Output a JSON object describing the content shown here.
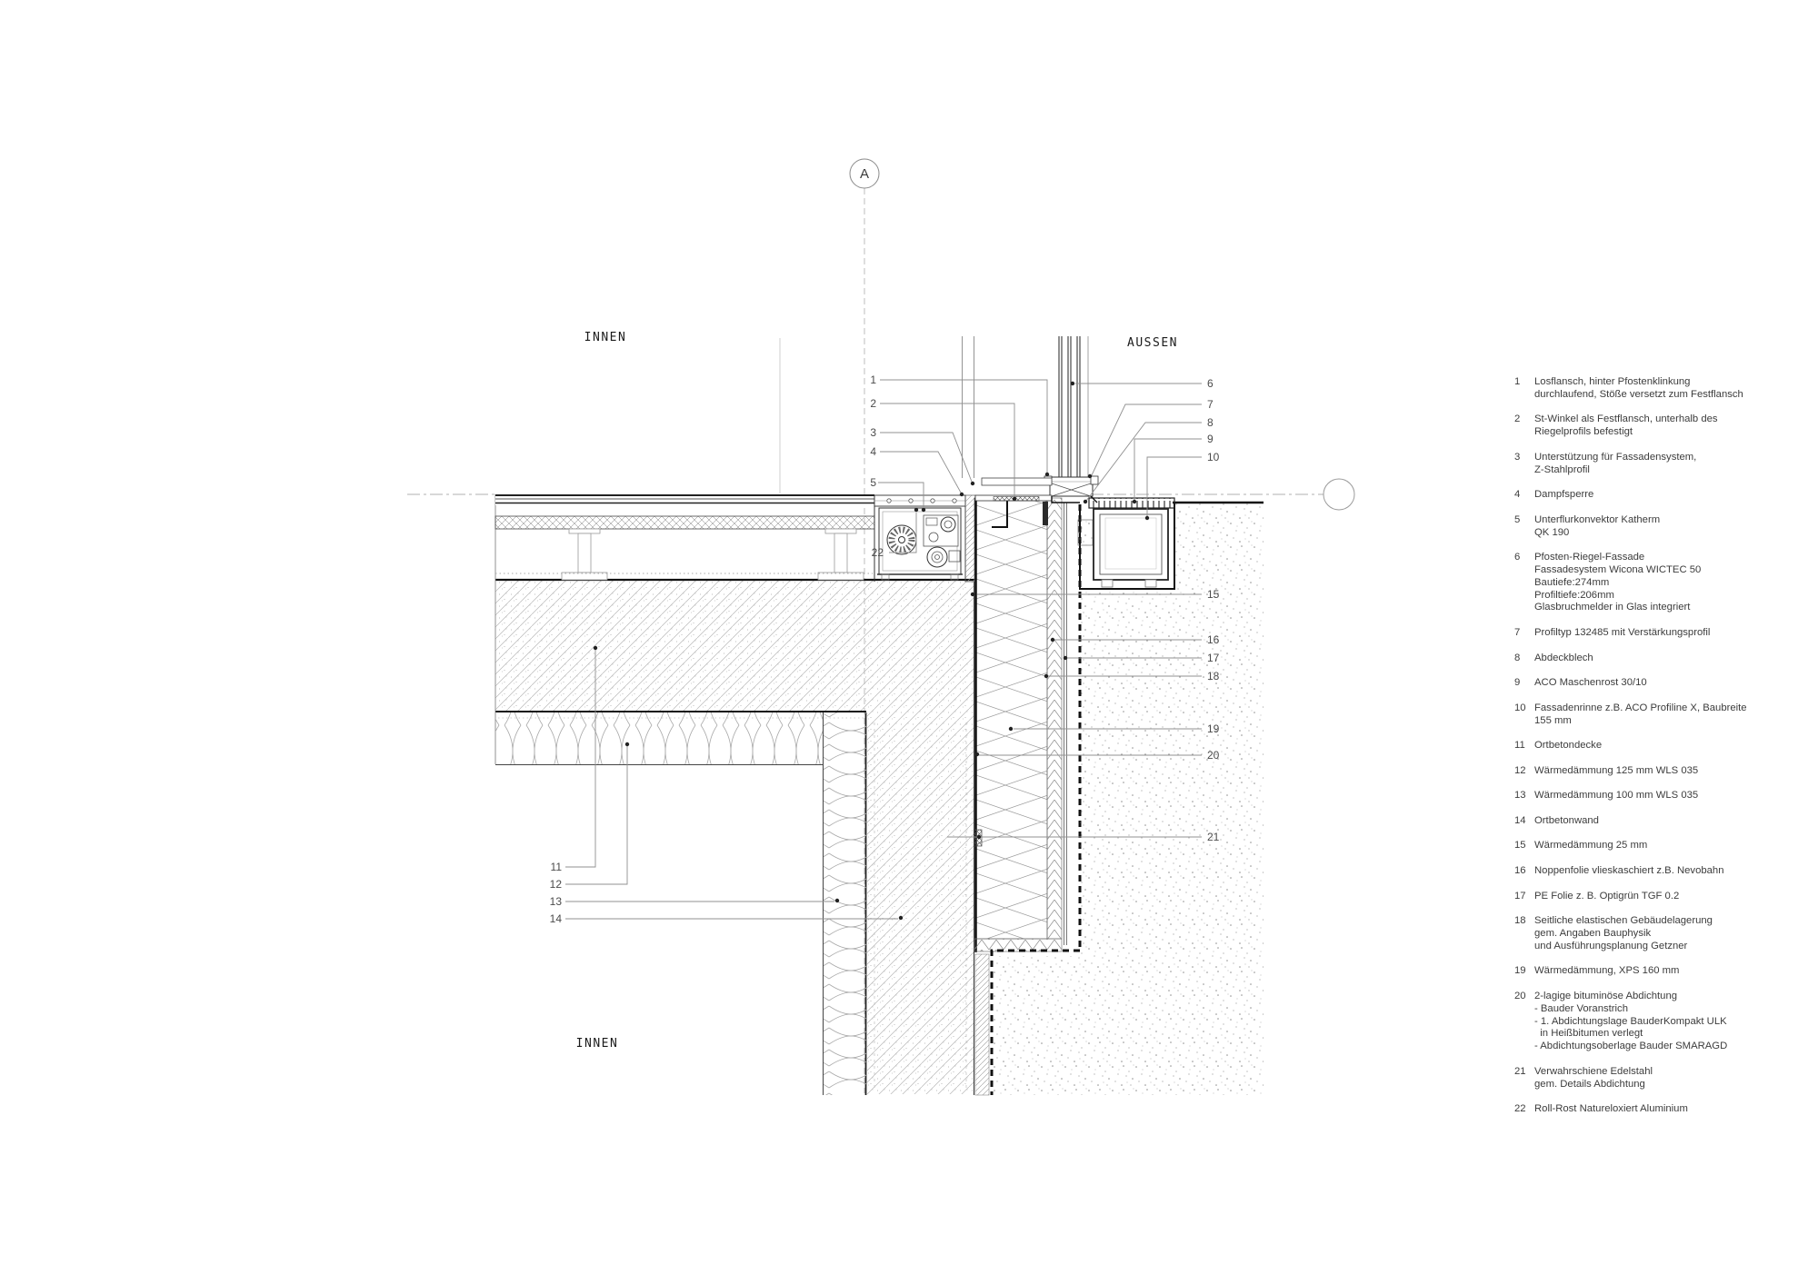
{
  "labels": {
    "inside_top": "INNEN",
    "outside": "AUSSEN",
    "inside_bottom": "INNEN",
    "section_marker": "A"
  },
  "callouts": {
    "c1": "1",
    "c2": "2",
    "c3": "3",
    "c4": "4",
    "c5": "5",
    "c6": "6",
    "c7": "7",
    "c8": "8",
    "c9": "9",
    "c10": "10",
    "c11": "11",
    "c12": "12",
    "c13": "13",
    "c14": "14",
    "c15": "15",
    "c16": "16",
    "c17": "17",
    "c18": "18",
    "c19": "19",
    "c20": "20",
    "c21": "21",
    "c22": "22"
  },
  "legend": {
    "items": [
      {
        "num": "1",
        "text": "Losflansch, hinter Pfostenklinkung\ndurchlaufend, Stöße versetzt zum Festflansch"
      },
      {
        "num": "2",
        "text": "St-Winkel als Festflansch, unterhalb des\nRiegelprofils befestigt"
      },
      {
        "num": "3",
        "text": "Unterstützung für Fassadensystem,\nZ-Stahlprofil"
      },
      {
        "num": "4",
        "text": "Dampfsperre"
      },
      {
        "num": "5",
        "text": "Unterflurkonvektor Katherm\nQK 190"
      },
      {
        "num": "6",
        "text": "Pfosten-Riegel-Fassade\nFassadesystem Wicona WICTEC 50\nBautiefe:274mm\nProfiltiefe:206mm\nGlasbruchmelder in Glas integriert"
      },
      {
        "num": "7",
        "text": "Profiltyp 132485 mit Verstärkungsprofil"
      },
      {
        "num": "8",
        "text": "Abdeckblech"
      },
      {
        "num": "9",
        "text": "ACO Maschenrost 30/10"
      },
      {
        "num": "10",
        "text": "Fassadenrinne z.B. ACO Profiline X, Baubreite\n155 mm"
      },
      {
        "num": "11",
        "text": "Ortbetondecke"
      },
      {
        "num": "12",
        "text": "Wärmedämmung 125 mm WLS 035"
      },
      {
        "num": "13",
        "text": "Wärmedämmung 100 mm WLS 035"
      },
      {
        "num": "14",
        "text": "Ortbetonwand"
      },
      {
        "num": "15",
        "text": "Wärmedämmung 25 mm"
      },
      {
        "num": "16",
        "text": "Noppenfolie vlieskaschiert z.B. Nevobahn"
      },
      {
        "num": "17",
        "text": "PE Folie z. B. Optigrün TGF 0.2"
      },
      {
        "num": "18",
        "text": "Seitliche elastischen Gebäudelagerung\ngem. Angaben Bauphysik\nund Ausführungsplanung Getzner"
      },
      {
        "num": "19",
        "text": "Wärmedämmung, XPS 160 mm"
      },
      {
        "num": "20",
        "text": "2-lagige bituminöse Abdichtung\n- Bauder Voranstrich\n- 1. Abdichtungslage BauderKompakt ULK\n  in Heißbitumen verlegt\n- Abdichtungsoberlage Bauder SMARAGD"
      },
      {
        "num": "21",
        "text": "Verwahrschiene Edelstahl\ngem. Details Abdichtung"
      },
      {
        "num": "22",
        "text": "Roll-Rost Natureloxiert Aluminium"
      }
    ]
  },
  "colors": {
    "line_dark": "#1a1a1a",
    "line_mid": "#555555",
    "line_light": "#9a9a9a",
    "leader": "#909090",
    "text": "#3c3c3c",
    "background": "#ffffff"
  }
}
